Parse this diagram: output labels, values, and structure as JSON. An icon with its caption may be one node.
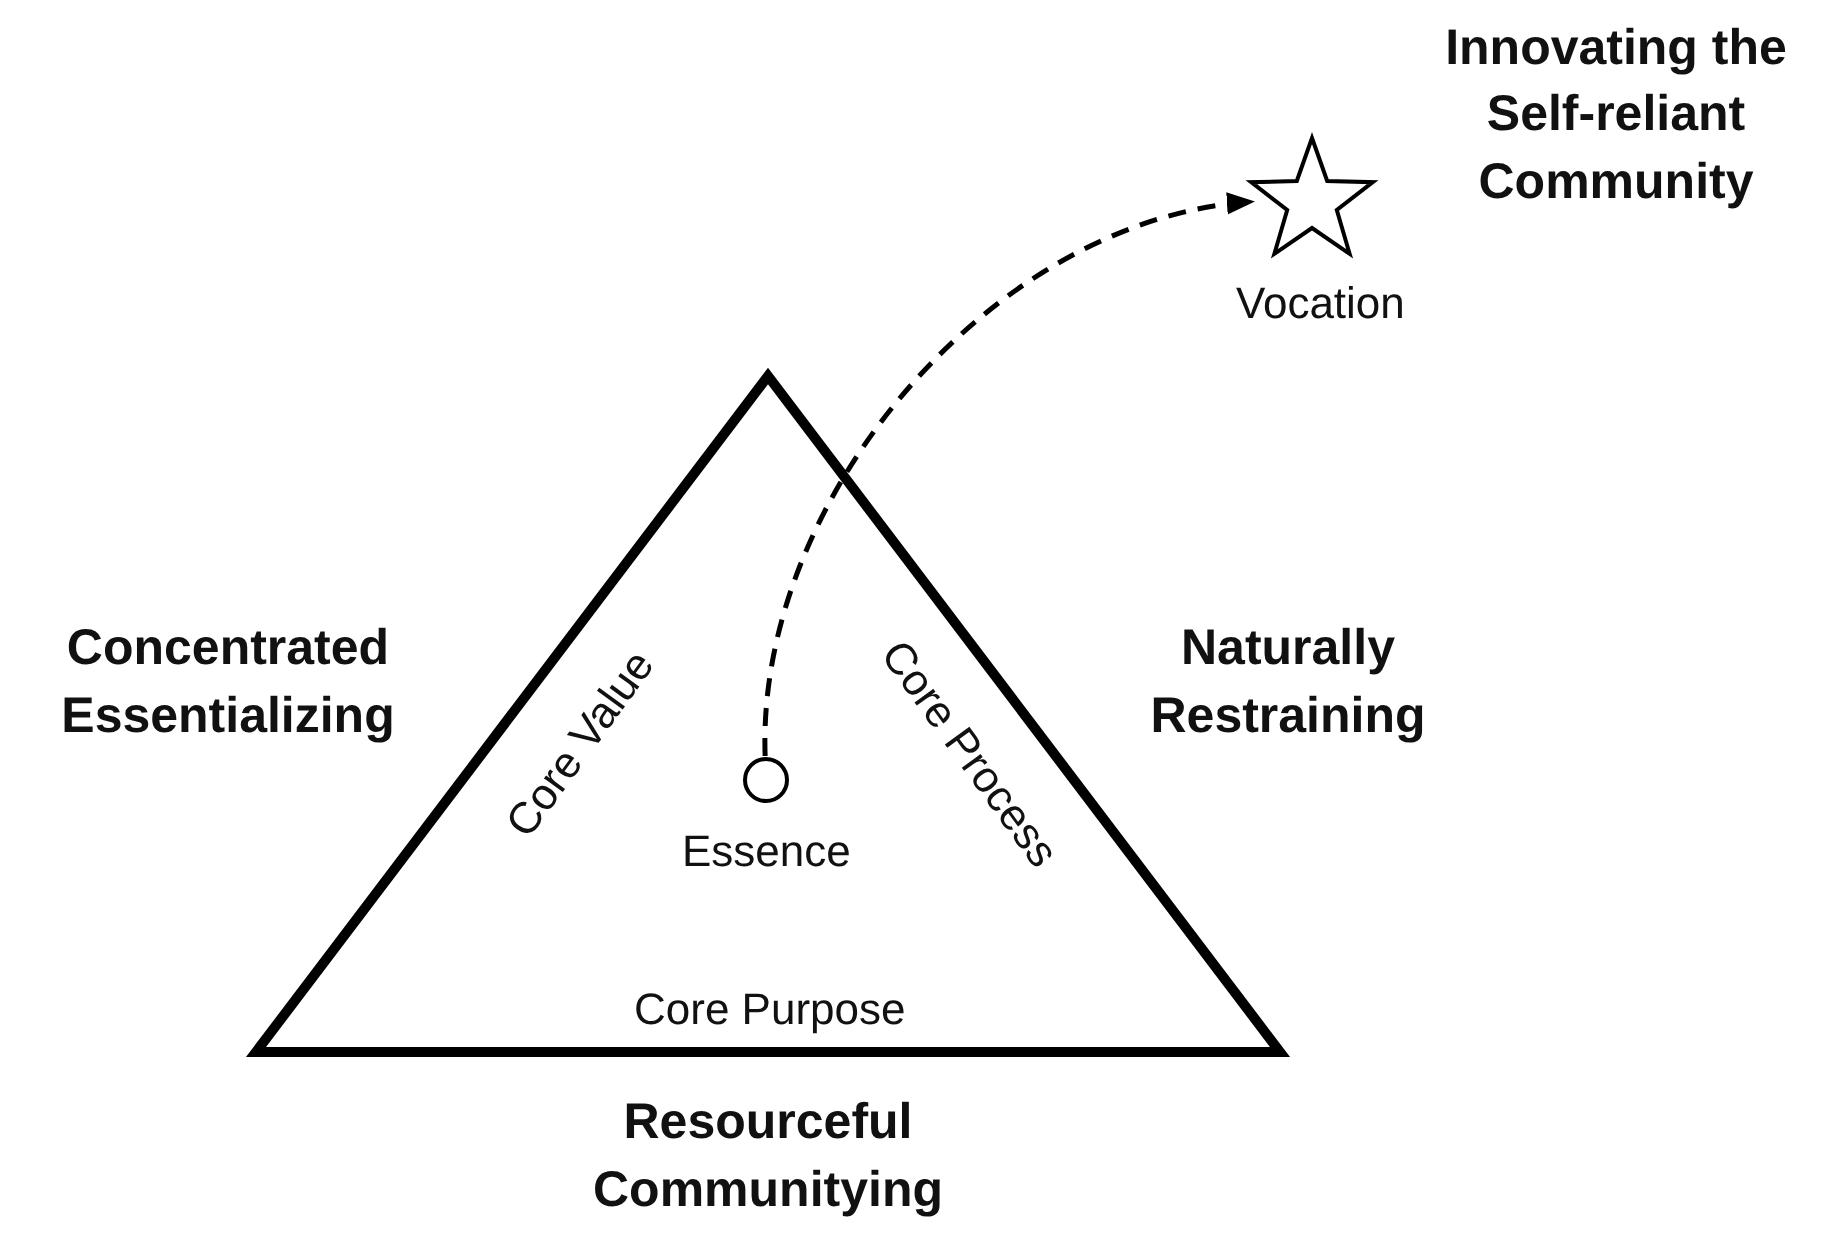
{
  "diagram": {
    "nodes": [
      {
        "text": [
          "Core Value",
          "Core Process",
          "Core Purpose"
        ]
      },
      {
        "text": [],
        "shape": "circle",
        "in": 0,
        "beside": [
          "Essence"
        ]
      },
      {
        "text": [],
        "shape": "star",
        "beside": [
          "Vocation",
          "Innovating the Self-reliant Community"
        ]
      }
    ],
    "edges": [
      {
        "from": 1,
        "to": 2,
        "arrow": "to",
        "style": "dashed"
      }
    ],
    "labels": [
      "Concentrated Essentializing",
      "Naturally Restraining",
      "Resourceful Communitying"
    ]
  }
}
